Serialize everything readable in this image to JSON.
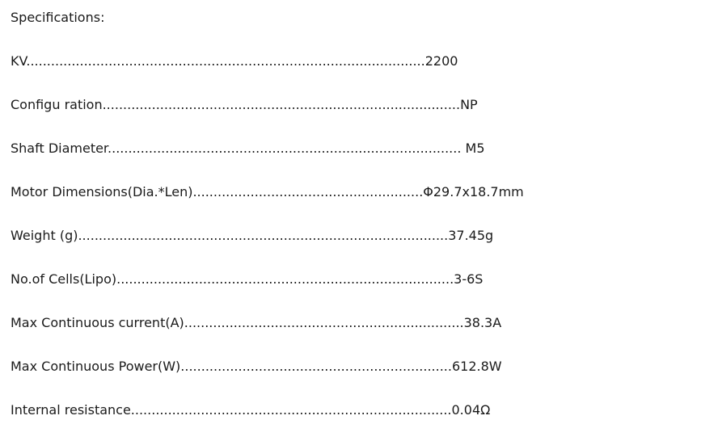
{
  "heading": "Specifications:",
  "specs": [
    {
      "line": "KV.................................................................................................2200"
    },
    {
      "line": "Configu ration.......................................................................................NP"
    },
    {
      "line": "Shaft Diameter...................................................................................... M5"
    },
    {
      "line": "Motor Dimensions(Dia.*Len)........................................................Φ29.7x18.7mm"
    },
    {
      "line": "Weight (g)..........................................................................................37.45g"
    },
    {
      "line": "No.of Cells(Lipo)..................................................................................3-6S"
    },
    {
      "line": "Max Continuous current(A)....................................................................38.3A"
    },
    {
      "line": "Max Continuous Power(W)..................................................................612.8W"
    },
    {
      "line": "Internal resistance..............................................................................0.04Ω"
    }
  ]
}
